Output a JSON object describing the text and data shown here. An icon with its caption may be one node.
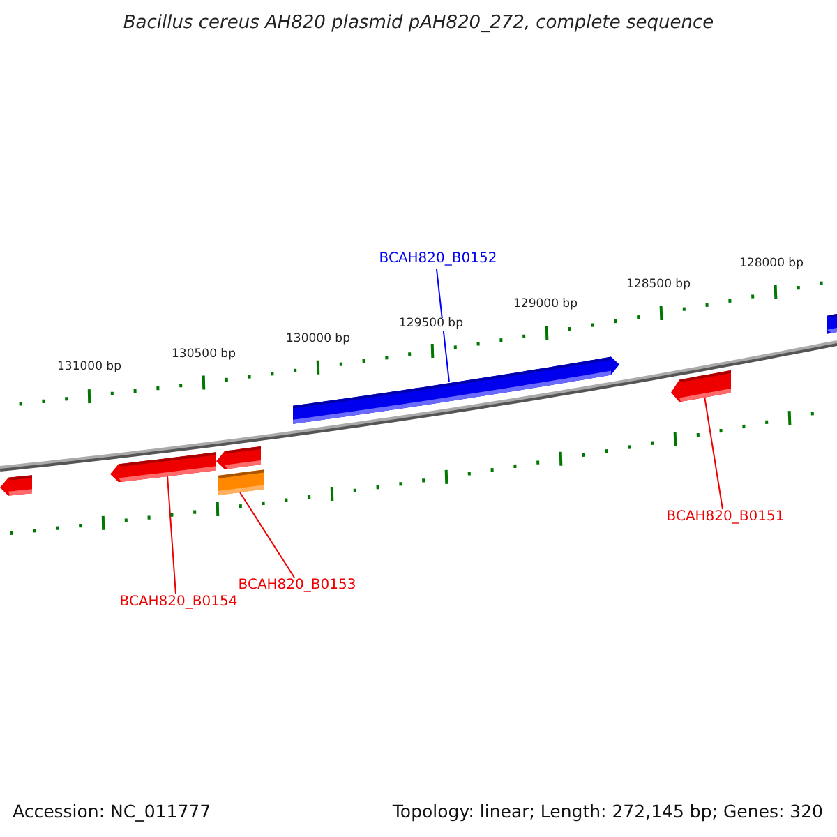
{
  "diagram": {
    "title": "Bacillus cereus AH820 plasmid pAH820_272, complete sequence",
    "nodes": [
      {
        "text": [
          "BCAH820_B0152"
        ]
      },
      {
        "text": [
          "BCAH820_B0151"
        ]
      },
      {
        "text": [
          "BCAH820_B0154"
        ]
      },
      {
        "text": [
          "BCAH820_B0153"
        ]
      },
      {
        "text": [],
        "shape": "arrow"
      },
      {
        "text": [],
        "shape": "arrow"
      },
      {
        "text": [],
        "shape": "arrow"
      },
      {
        "text": [],
        "shape": "bar"
      },
      {
        "text": [],
        "shape": "arrow"
      },
      {
        "text": [],
        "shape": "arrow"
      },
      {
        "text": [],
        "shape": "bar"
      }
    ],
    "edges": [
      {
        "from": 0,
        "to": 8,
        "arrow": "none",
        "color": "#0000ff"
      },
      {
        "from": 1,
        "to": 9,
        "arrow": "none"
      },
      {
        "from": 2,
        "to": 5,
        "arrow": "none"
      },
      {
        "from": 3,
        "to": 7,
        "arrow": "none"
      }
    ],
    "labels": [
      "131000 bp",
      "130500 bp",
      "130000 bp",
      "129500 bp",
      "129000 bp",
      "128500 bp",
      "128000 bp",
      "Accession: NC_011777",
      "Topology: linear; Length: 272,145 bp; Genes: 320"
    ]
  }
}
